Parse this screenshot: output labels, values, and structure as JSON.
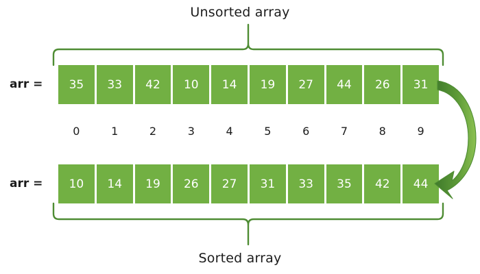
{
  "diagram": {
    "title_top": "Unsorted array",
    "title_bottom": "Sorted array",
    "label_unsorted": "arr =",
    "label_sorted": "arr =",
    "unsorted_values": [
      "35",
      "33",
      "42",
      "10",
      "14",
      "19",
      "27",
      "44",
      "26",
      "31"
    ],
    "sorted_values": [
      "10",
      "14",
      "19",
      "26",
      "27",
      "31",
      "33",
      "35",
      "42",
      "44"
    ],
    "indices": [
      "0",
      "1",
      "2",
      "3",
      "4",
      "5",
      "6",
      "7",
      "8",
      "9"
    ],
    "colors": {
      "cell_fill": "#72b043",
      "cell_text": "#ffffff",
      "brace": "#4e8c33",
      "arrow_light": "#74b043",
      "arrow_dark": "#3f7a2b",
      "text": "#1b1b1b",
      "background": "#ffffff"
    },
    "icons": {
      "top_brace": "curly-brace-up-icon",
      "bottom_brace": "curly-brace-down-icon",
      "transform_arrow": "curved-arrow-icon"
    }
  }
}
